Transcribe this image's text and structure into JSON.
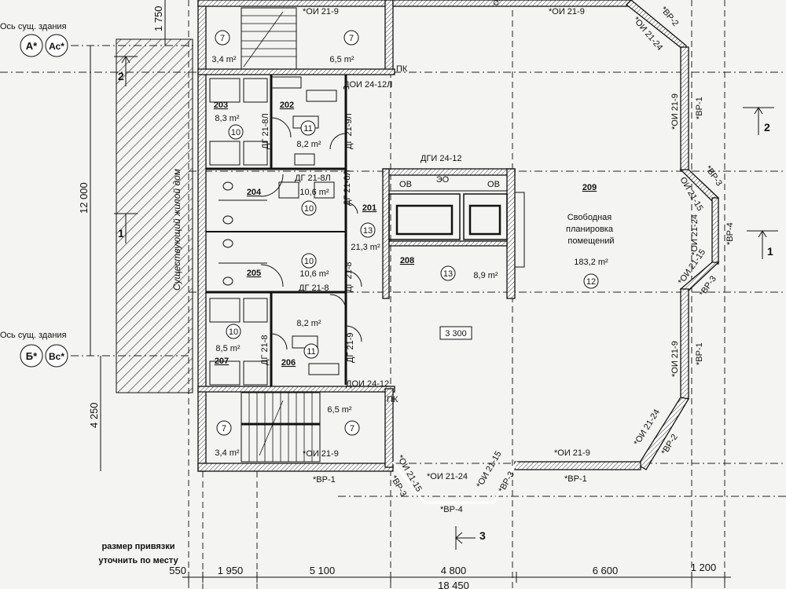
{
  "axes": {
    "caption_top": "Ось сущ. здания",
    "bubble_a": "А*",
    "bubble_ac": "Ас*",
    "caption_bottom": "Ось сущ. здания",
    "bubble_b": "Б*",
    "bubble_vs": "Вс*"
  },
  "existing_building": "Существующий жилой дом",
  "dimensions": {
    "top": "1 750",
    "left_main": "12 000",
    "left_low": "4 250",
    "bottom": [
      "550",
      "1 950",
      "5 100",
      "4 800",
      "6 600",
      "1 200"
    ],
    "bottom_total": "18 450",
    "note_line1": "размер привязки",
    "note_line2": "уточнить по месту",
    "inner_box": "3 300"
  },
  "sections": {
    "left_2": "2",
    "left_1": "1",
    "right_2": "2",
    "right_1": "1",
    "bottom_3": "3"
  },
  "rooms": {
    "stair_top": {
      "num_l": "7",
      "num_r": "7",
      "area_l": "3,4 m²",
      "area_r": "6,5 m²"
    },
    "r203": {
      "id": "203",
      "area": "8,3 m²",
      "cat": "10"
    },
    "r202": {
      "id": "202",
      "area": "8,2 m²",
      "cat": "11"
    },
    "r204": {
      "id": "204",
      "area": "10,6 m²",
      "cat": "10"
    },
    "r201": {
      "id": "201",
      "area": "21,3 m²",
      "cat": "13"
    },
    "r205": {
      "id": "205",
      "area": "10,6 m²",
      "cat": "10"
    },
    "r206": {
      "id": "206",
      "area": "8,2 m²",
      "cat": "11"
    },
    "r207": {
      "id": "207",
      "area": "8,5 m²",
      "cat": "10"
    },
    "r208": {
      "id": "208",
      "area": "8,9 m²",
      "cat": "13"
    },
    "r209": {
      "id": "209",
      "desc1": "Свободная",
      "desc2": "планировка",
      "desc3": "помещений",
      "area": "183,2 m²",
      "cat": "12"
    },
    "stair_bottom": {
      "num_l": "7",
      "num_r": "7",
      "area_l": "3,4 m²",
      "area_r": "6,5 m²"
    },
    "core": {
      "ov_l": "ОВ",
      "eo": "ЭО",
      "ov_r": "ОВ"
    }
  },
  "doors": {
    "doi_top": "ДОИ 24-12Л",
    "pk_top": "ПК",
    "dg_203": "ДГ 21-8Л",
    "dg_202": "ДГ 21-9Л",
    "dg_204": "ДГ 21-8Л",
    "dg_201": "ДГ 21-8Л",
    "dg_205_v": "ДГ 21-8",
    "dg_205": "ДГ 21-8",
    "dg_207": "ДГ 21-8",
    "dg_206": "ДГ 21-9",
    "doi_bottom": "ДОИ 24-12",
    "pk_bottom": "ПК",
    "dgi": "ДГИ 24-12"
  },
  "windows": {
    "top_stair": "*ОИ 21-9",
    "top_mid": "*ОИ 21-9",
    "top_corner": "ОИ 21-15",
    "ne_oi": "*ОИ 21-24",
    "ne_vr": "*ВР-2",
    "e1_oi": "*ОИ 21-9",
    "e1_vr": "*ВР-1",
    "bay_vr3_top": "*ВР-3",
    "bay_oi15_top": "ОИ 21-15",
    "bay_oi24": "*ОИ 21-24",
    "bay_vr4": "*ВР-4",
    "bay_oi15_bot": "*ОИ 21-15",
    "bay_vr3_bot": "*ВР-3",
    "e2_oi": "*ОИ 21-9",
    "e2_vr": "*ВР-1",
    "se_oi": "*ОИ 21-24",
    "se_vr": "*ВР-2",
    "s_oi": "*ОИ 21-9",
    "s_vr": "*ВР-1",
    "sbay_oi15_l": "*ОИ 21-15",
    "sbay_oi24": "*ОИ 21-24",
    "sbay_oi15_r": "*ОИ 21-15",
    "sbay_vr3_l": "*ВР-3",
    "sbay_vr3_r": "*ВР-3",
    "sbay_vr4": "*ВР-4",
    "stair_b_oi": "*ОИ 21-9",
    "stair_b_vr": "*ВР-1"
  }
}
